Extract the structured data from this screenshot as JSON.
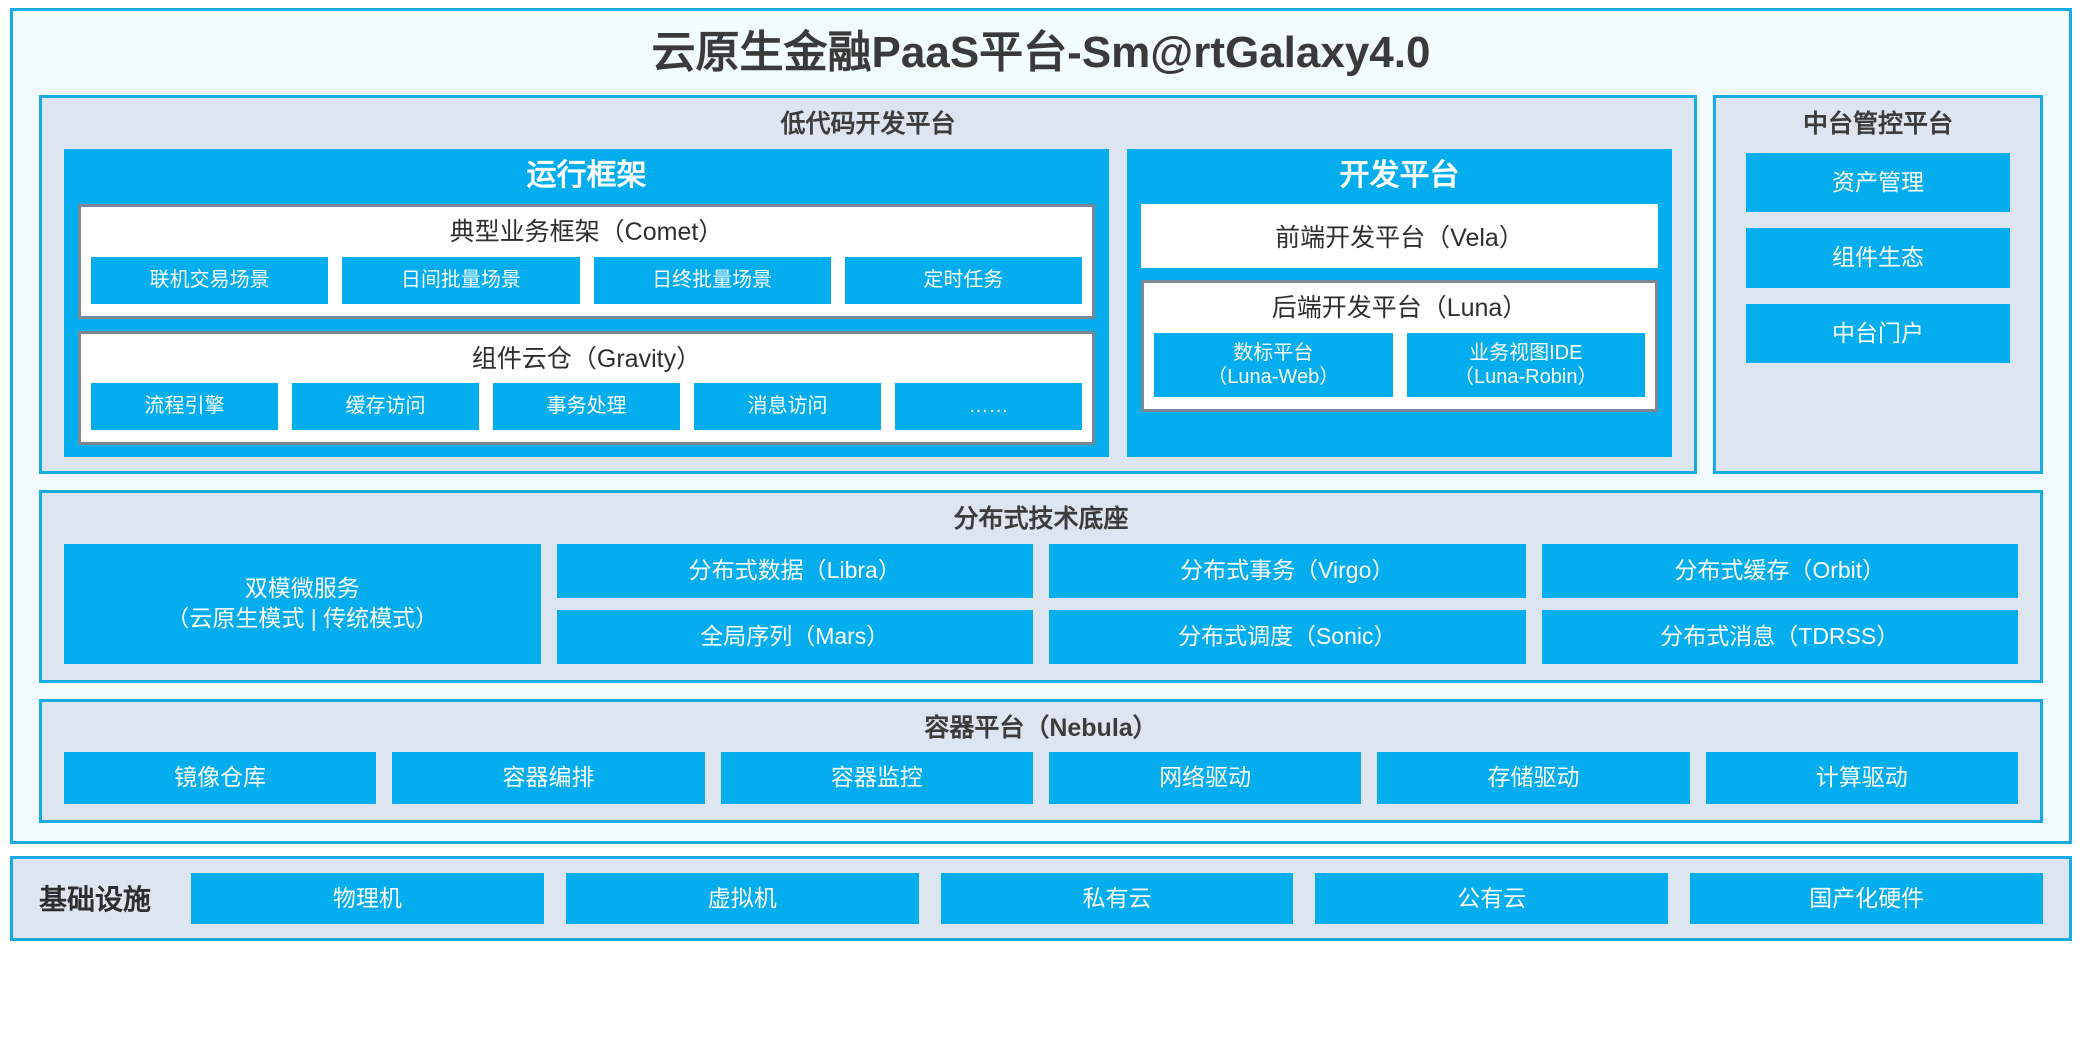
{
  "colors": {
    "accent_blue": "#03ADEE",
    "panel_bg": "#DDE5F0",
    "page_bg": "#F2FBFD",
    "card_border_gray": "#7C8795",
    "frame_border": "#16ABE3"
  },
  "page_title": "云原生金融PaaS平台-Sm@rtGalaxy4.0",
  "lowcode": {
    "title": "低代码开发平台",
    "runtime": {
      "title": "运行框架",
      "comet": {
        "title": "典型业务框架（Comet）",
        "items": [
          "联机交易场景",
          "日间批量场景",
          "日终批量场景",
          "定时任务"
        ]
      },
      "gravity": {
        "title": "组件云仓（Gravity）",
        "items": [
          "流程引擎",
          "缓存访问",
          "事务处理",
          "消息访问",
          "……"
        ]
      }
    },
    "devplatform": {
      "title": "开发平台",
      "frontend": "前端开发平台（Vela）",
      "backend": {
        "title": "后端开发平台（Luna）",
        "items": [
          {
            "line1": "数标平台",
            "line2": "（Luna-Web）"
          },
          {
            "line1": "业务视图IDE",
            "line2": "（Luna-Robin）"
          }
        ]
      }
    }
  },
  "midplatform": {
    "title": "中台管控平台",
    "items": [
      "资产管理",
      "组件生态",
      "中台门户"
    ]
  },
  "distributed": {
    "title": "分布式技术底座",
    "microservice": {
      "line1": "双模微服务",
      "line2": "（云原生模式 | 传统模式）"
    },
    "columns": [
      [
        "分布式数据（Libra）",
        "全局序列（Mars）"
      ],
      [
        "分布式事务（Virgo）",
        "分布式调度（Sonic）"
      ],
      [
        "分布式缓存（Orbit）",
        "分布式消息（TDRSS）"
      ]
    ]
  },
  "container": {
    "title": "容器平台（Nebula）",
    "items": [
      "镜像仓库",
      "容器编排",
      "容器监控",
      "网络驱动",
      "存储驱动",
      "计算驱动"
    ]
  },
  "infrastructure": {
    "label": "基础设施",
    "items": [
      "物理机",
      "虚拟机",
      "私有云",
      "公有云",
      "国产化硬件"
    ]
  }
}
